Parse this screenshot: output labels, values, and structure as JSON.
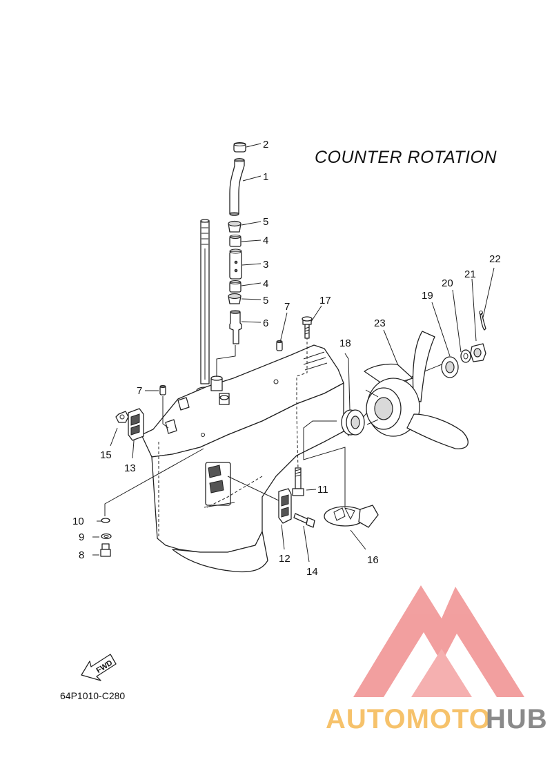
{
  "diagram": {
    "title": "COUNTER  ROTATION",
    "drawing_code": "64P1010-C280",
    "fwd_label": "FWD",
    "callouts": [
      {
        "id": "c1",
        "label": "1"
      },
      {
        "id": "c2",
        "label": "2"
      },
      {
        "id": "c3",
        "label": "3"
      },
      {
        "id": "c4a",
        "label": "4"
      },
      {
        "id": "c4b",
        "label": "4"
      },
      {
        "id": "c5a",
        "label": "5"
      },
      {
        "id": "c5b",
        "label": "5"
      },
      {
        "id": "c6",
        "label": "6"
      },
      {
        "id": "c7a",
        "label": "7"
      },
      {
        "id": "c7b",
        "label": "7"
      },
      {
        "id": "c8",
        "label": "8"
      },
      {
        "id": "c9",
        "label": "9"
      },
      {
        "id": "c10",
        "label": "10"
      },
      {
        "id": "c11",
        "label": "11"
      },
      {
        "id": "c12",
        "label": "12"
      },
      {
        "id": "c13",
        "label": "13"
      },
      {
        "id": "c14",
        "label": "14"
      },
      {
        "id": "c15",
        "label": "15"
      },
      {
        "id": "c16",
        "label": "16"
      },
      {
        "id": "c17",
        "label": "17"
      },
      {
        "id": "c18",
        "label": "18"
      },
      {
        "id": "c19",
        "label": "19"
      },
      {
        "id": "c20",
        "label": "20"
      },
      {
        "id": "c21",
        "label": "21"
      },
      {
        "id": "c22",
        "label": "22"
      },
      {
        "id": "c23",
        "label": "23"
      }
    ]
  },
  "watermark": {
    "text_part1": "AUTOMOTO",
    "text_part2": "HUB",
    "color_orange": "#f6c26b",
    "color_pink": "#f4a3a3",
    "color_gray": "#8a8a8a",
    "logo_color": "#f08f8f"
  }
}
